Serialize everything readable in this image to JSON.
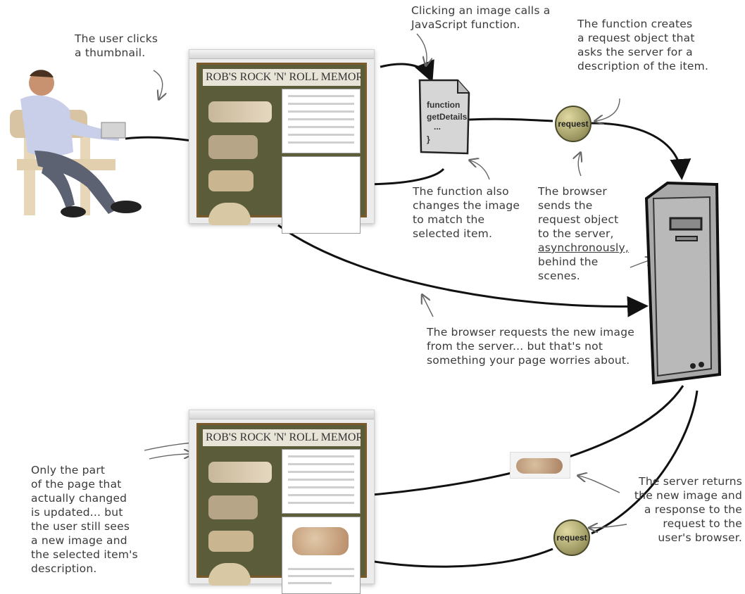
{
  "notes": {
    "user_clicks": "The user clicks\na thumbnail.",
    "clicking_calls": "Clicking an image calls a\nJavaScript function.",
    "function_creates": "The function creates\na request object that\nasks the server for a\ndescription of the item.",
    "function_changes": "The function also\nchanges the image\nto match the\nselected item.",
    "browser_sends_1": "The browser\nsends the\nrequest object\nto the server,",
    "browser_sends_async": "asynchronously,",
    "browser_sends_2": "behind the scenes.",
    "browser_requests": "The browser requests the new image\nfrom the server... but that's not\nsomething your page worries about.",
    "only_part": "Only the part\nof the page that\nactually changed\nis updated... but\nthe user still sees\na new image and\nthe selected item's\ndescription.",
    "server_returns": "The server returns\nthe new image and\na response to the\nrequest to the\nuser's browser."
  },
  "code_doc": {
    "line1": "function",
    "line2": "getDetails",
    "line3": "...",
    "line4": "}"
  },
  "request_label": "request",
  "screenshot_banner": "ROB'S ROCK 'N' ROLL MEMORABILIA"
}
